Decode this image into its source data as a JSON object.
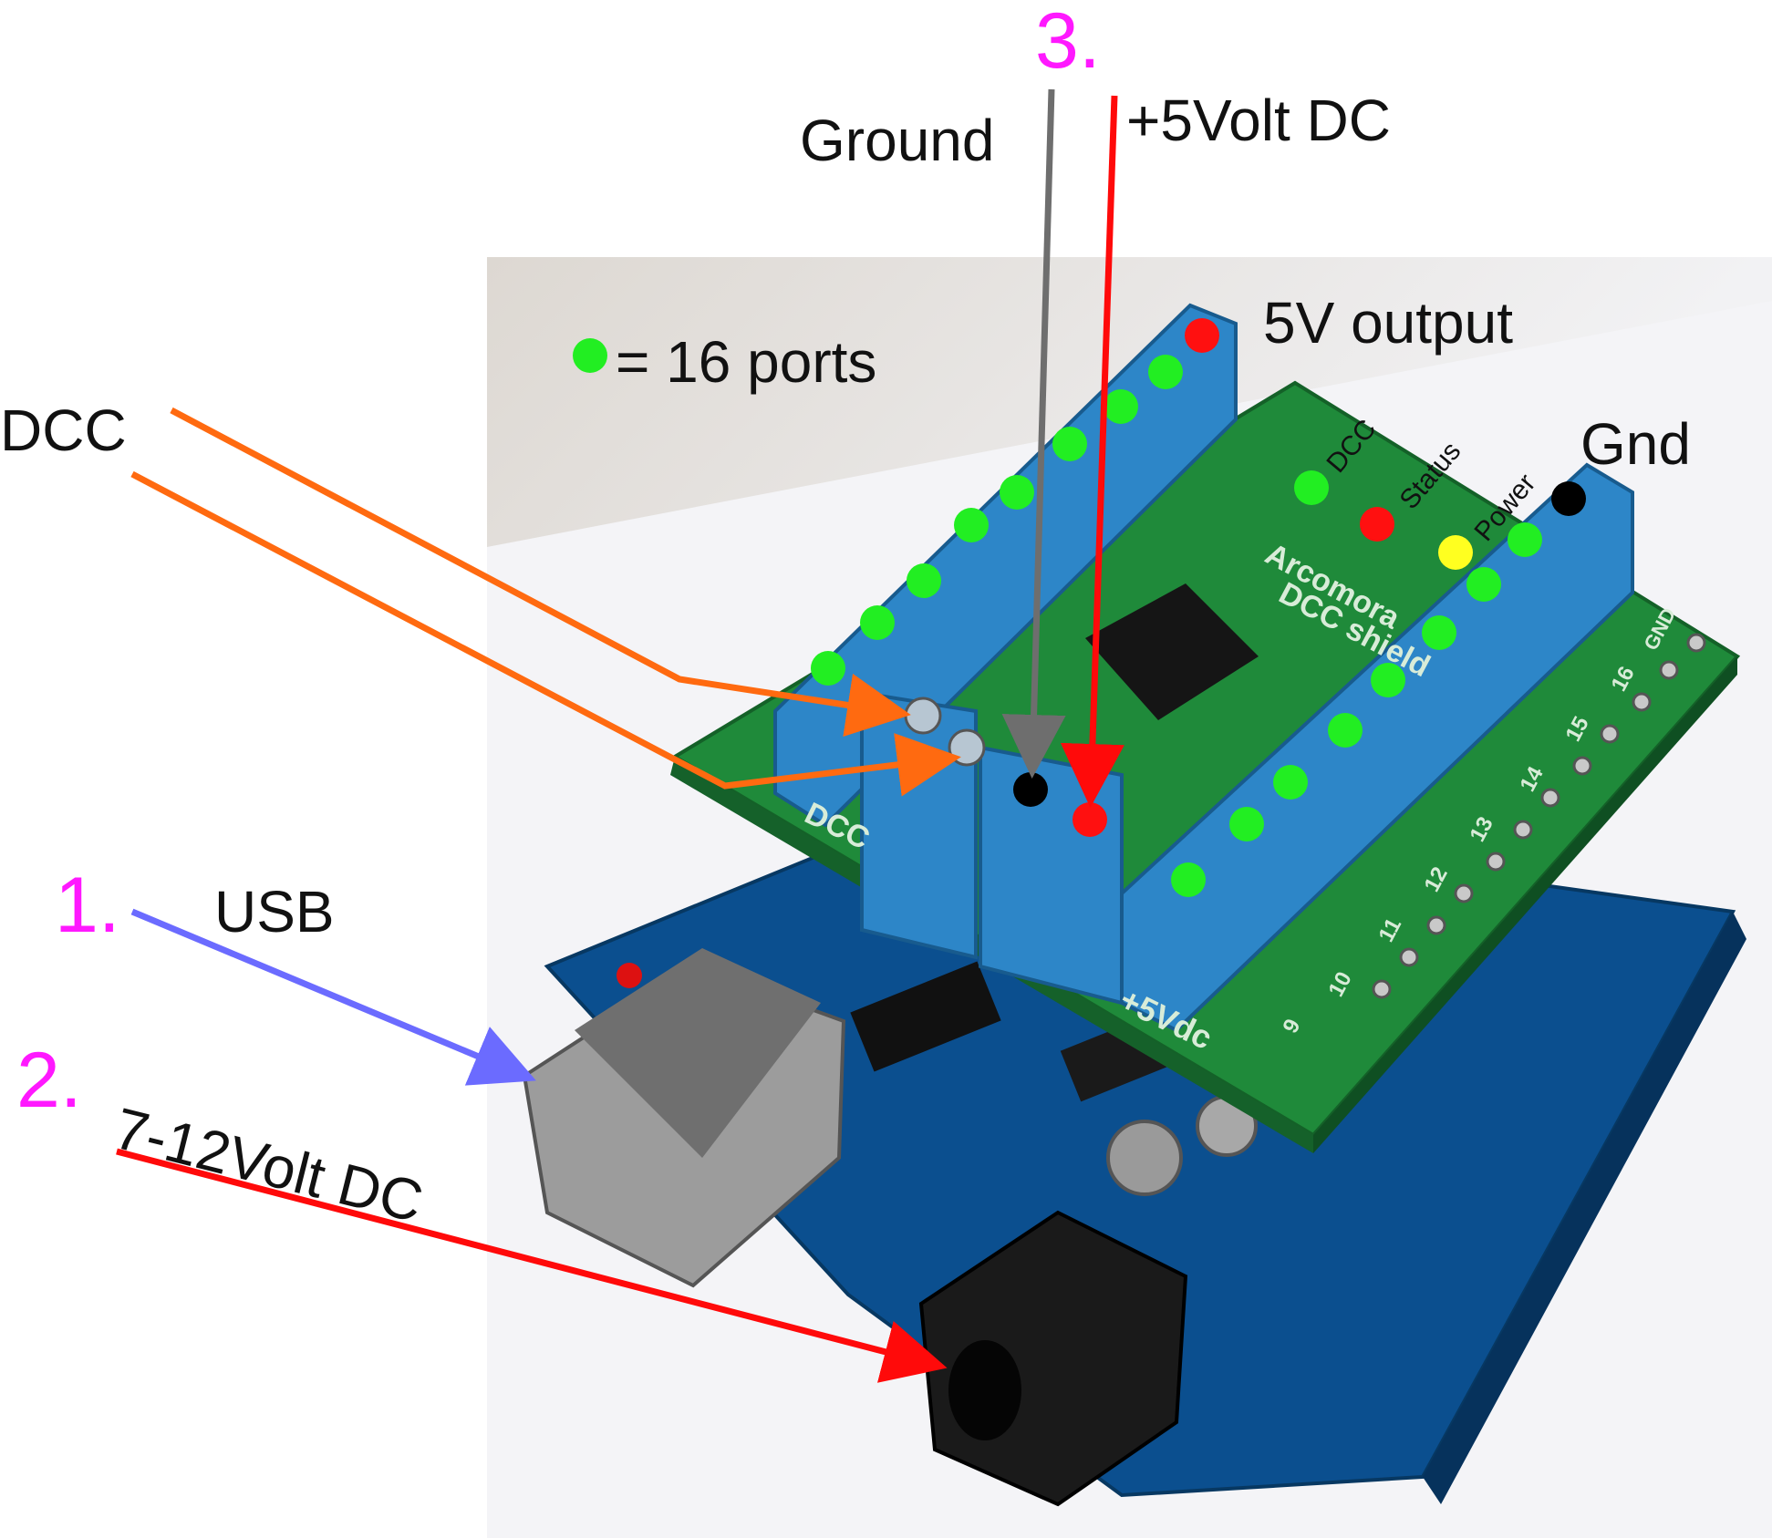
{
  "annotations": {
    "step1": "1.",
    "step2": "2.",
    "step3": "3.",
    "usb": "USB",
    "power_in": "7-12Volt DC",
    "ground": "Ground",
    "plus5": "+5Volt DC",
    "dcc": "DCC",
    "ports_legend": "= 16 ports",
    "output_5v": "5V output",
    "gnd": "Gnd",
    "led_dcc": "DCC",
    "led_status": "Status",
    "led_power": "Power"
  },
  "pcb_silkscreen": {
    "brand": "Arcomora",
    "product": "DCC shield",
    "dcc_terminal": "DCC",
    "plus5_terminal": "+5Vdc",
    "gnd_header": "GND",
    "pin_numbers": [
      "9",
      "10",
      "11",
      "12",
      "13",
      "14",
      "15",
      "16"
    ]
  },
  "colors": {
    "step_number": "#ff18ff",
    "usb_arrow": "#6b6bff",
    "power_arrow": "#ff0a0a",
    "ground_arrow": "#6e6e6e",
    "dcc_arrow": "#ff6a10",
    "port_dot": "#22ee22",
    "plus5_dot": "#ff1010",
    "gnd_dot": "#000000",
    "status_dot": "#ff1010",
    "power_dot": "#ffff20",
    "terminal_blue": "#2d86c8",
    "shield_green": "#1f8a3a",
    "board_blue": "#0b4f8f"
  }
}
